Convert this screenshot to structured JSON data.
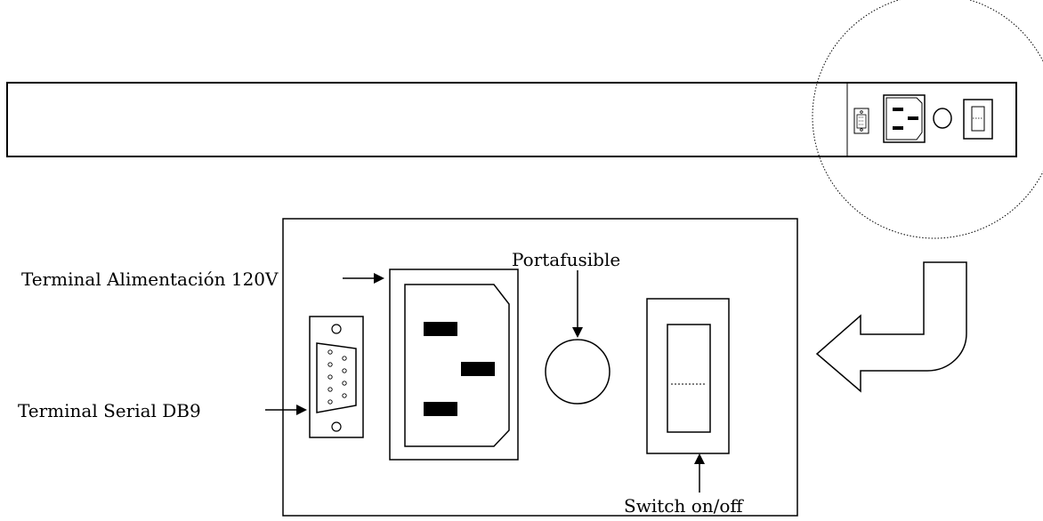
{
  "labels": {
    "power_terminal": "Terminal Alimentación 120V",
    "fuse_holder": "Portafusible",
    "serial_terminal": "Terminal Serial DB9",
    "switch": "Switch on/off"
  },
  "colors": {
    "stroke": "#000000",
    "background": "#ffffff",
    "pin_fill": "#000000"
  }
}
